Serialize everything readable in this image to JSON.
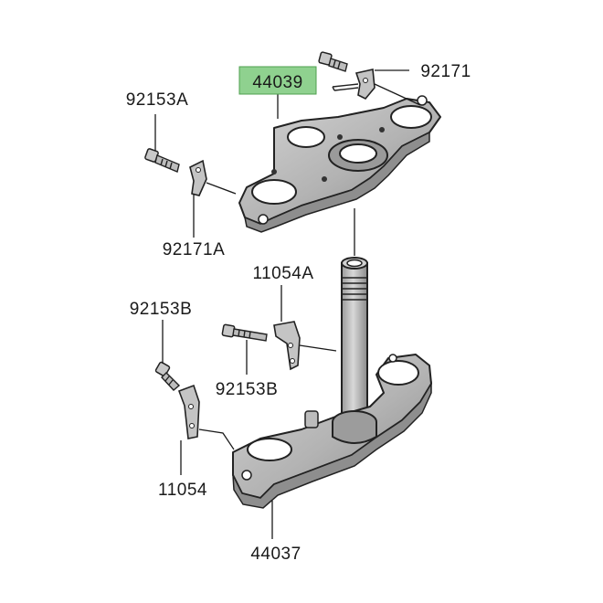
{
  "labels": {
    "p44039": "44039",
    "p92171": "92171",
    "p92153A": "92153A",
    "p92171A": "92171A",
    "p11054A": "11054A",
    "p92153B_left": "92153B",
    "p92153B_center": "92153B",
    "p11054": "11054",
    "p44037": "44037"
  },
  "colors": {
    "highlight": "#8fd18f",
    "part_fill": "#b9b9b9",
    "part_shadow": "#8e8e8e",
    "line": "#1a1a1a"
  }
}
